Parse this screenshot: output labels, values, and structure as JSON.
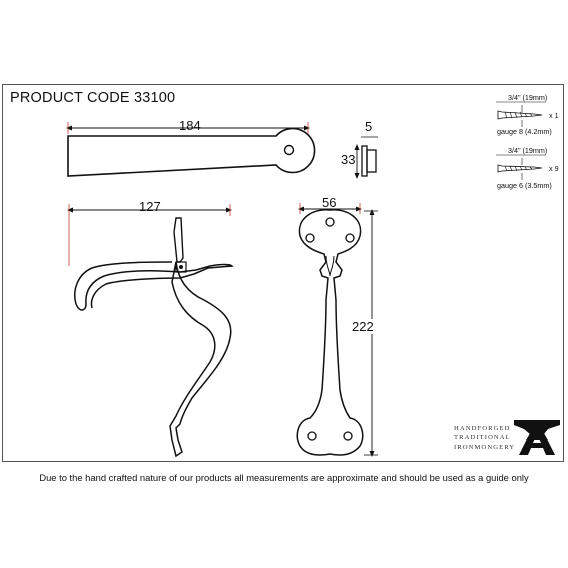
{
  "product_code": "PRODUCT CODE 33100",
  "dimensions": {
    "bar_length": "184",
    "bar_thickness": "5",
    "bar_height": "33",
    "latch_reach": "127",
    "handle_width": "56",
    "handle_length": "222"
  },
  "screws": [
    {
      "length": "3/4\" (19mm)",
      "gauge": "gauge 8 (4.2mm)",
      "quantity": "x 1"
    },
    {
      "length": "3/4\" (19mm)",
      "gauge": "gauge 6 (3.5mm)",
      "quantity": "x 9"
    }
  ],
  "brand": {
    "line1": "HANDFORGED",
    "line2": "TRADITIONAL",
    "line3": "IRONMONGERY",
    "logo_letter": "A"
  },
  "disclaimer": "Due to the hand crafted nature of our products all measurements are approximate and should be used as a guide only",
  "colors": {
    "ink": "#111111",
    "frame": "#555555",
    "dim_red": "#c0392b"
  }
}
